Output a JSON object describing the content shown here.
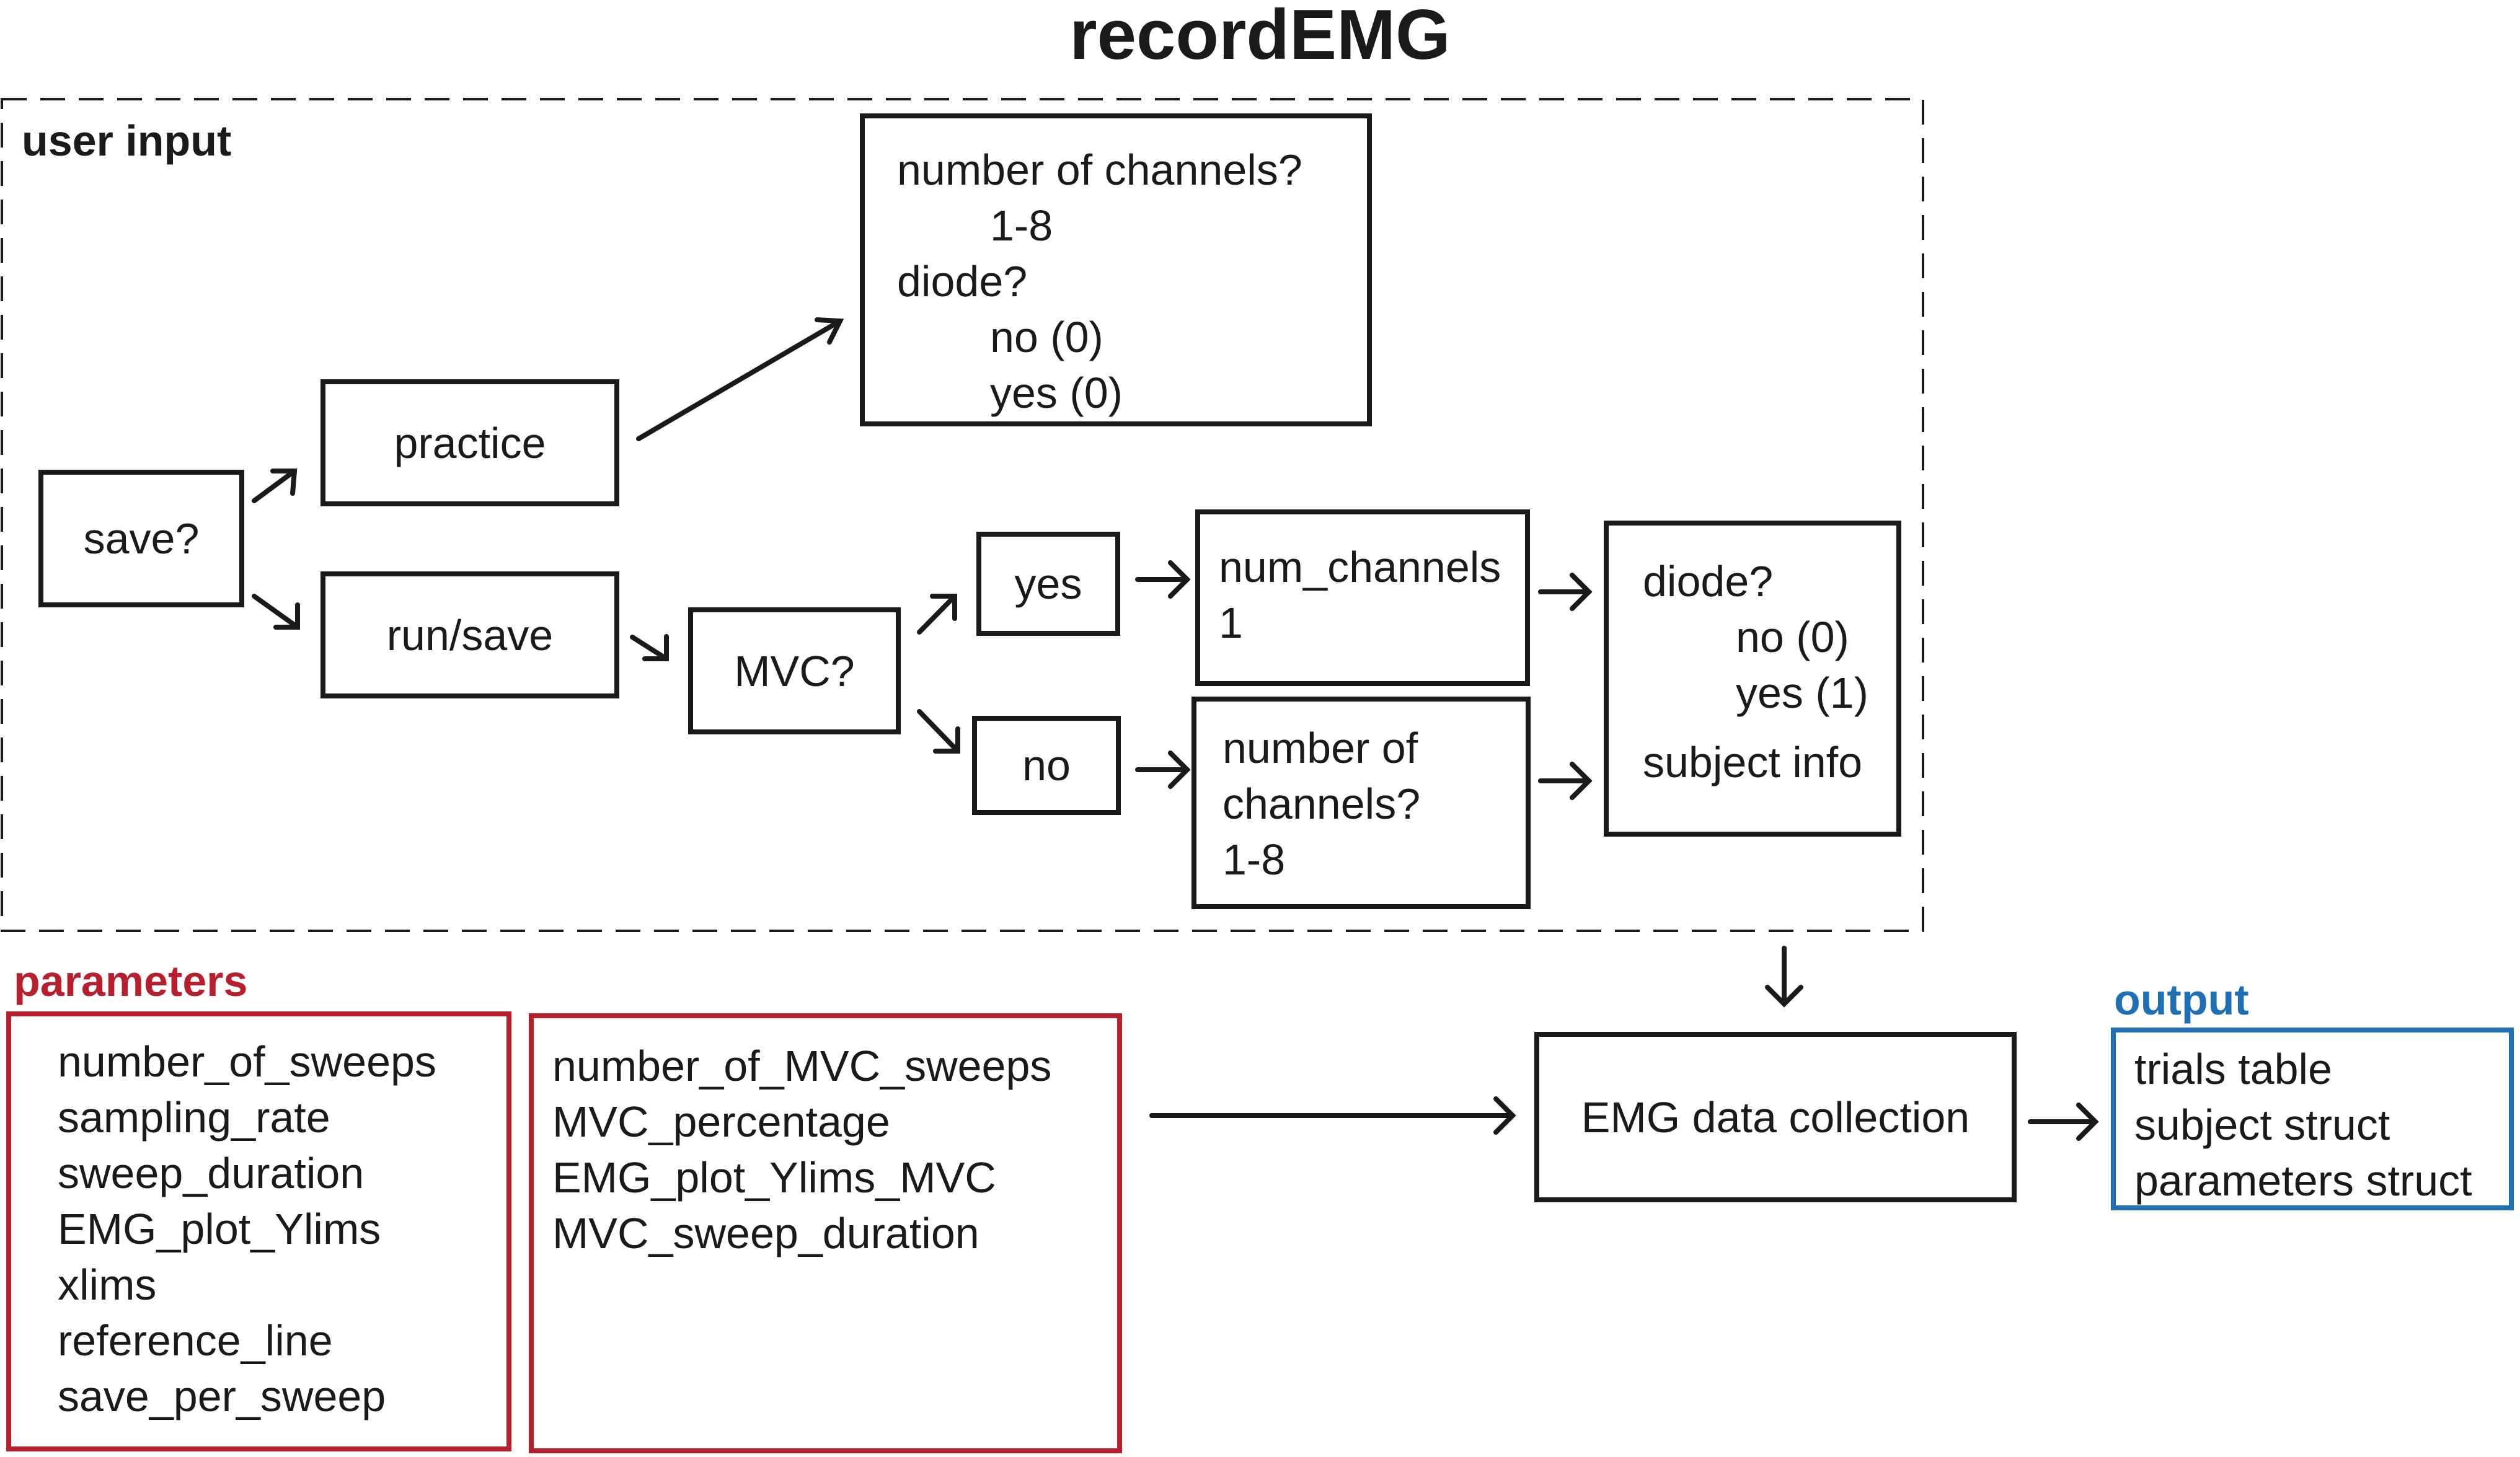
{
  "title": "recordEMG",
  "user_input": {
    "label": "user input",
    "save_box": "save?",
    "practice_box": "practice",
    "run_save_box": "run/save",
    "mvc_box": "MVC?",
    "yes_box": "yes",
    "no_box": "no",
    "practice_options": {
      "q1": "number of channels?",
      "q1_range": "1-8",
      "q2": "diode?",
      "q2_no": "no (0)",
      "q2_yes": "yes (0)"
    },
    "num_channels_box": {
      "line1": "num_channels",
      "line2": "1"
    },
    "number_of_channels_box": {
      "line1": "number of",
      "line2": "channels?",
      "line3": "1-8"
    },
    "diode_box": {
      "q": "diode?",
      "no": "no (0)",
      "yes": "yes (1)",
      "subject": "subject info"
    }
  },
  "parameters": {
    "label": "parameters",
    "list1": [
      "number_of_sweeps",
      "sampling_rate",
      "sweep_duration",
      "EMG_plot_Ylims",
      "xlims",
      "reference_line",
      "save_per_sweep"
    ],
    "list2": [
      "number_of_MVC_sweeps",
      "MVC_percentage",
      "EMG_plot_Ylims_MVC",
      "MVC_sweep_duration"
    ]
  },
  "collection_box": "EMG data collection",
  "output": {
    "label": "output",
    "items": [
      "trials table",
      "subject struct",
      "parameters struct"
    ]
  },
  "colors": {
    "parameters": "#b51f2e",
    "output": "#1f6fb4",
    "ink": "#1a1a1a"
  }
}
